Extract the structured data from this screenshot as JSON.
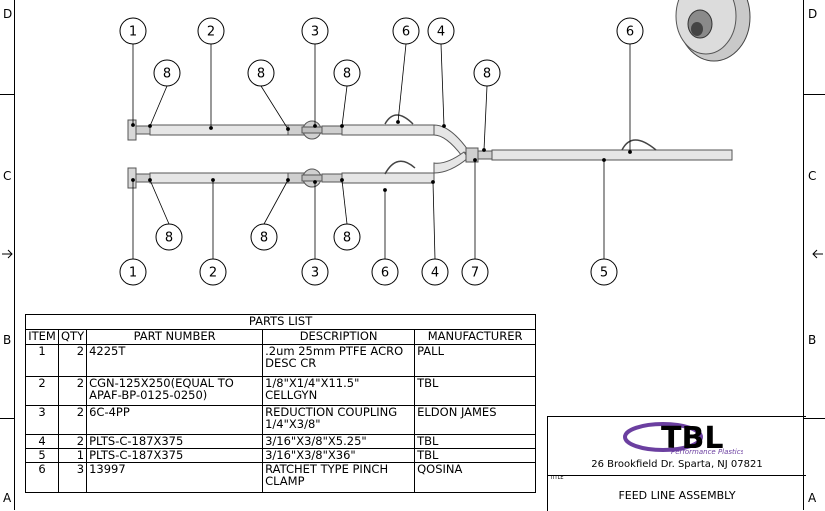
{
  "zones": {
    "D": "D",
    "C": "C",
    "B": "B",
    "A": "A"
  },
  "balloons_top": [
    "1",
    "8",
    "2",
    "8",
    "3",
    "8",
    "6",
    "4",
    "8",
    "6"
  ],
  "balloons_bottom": [
    "1",
    "8",
    "2",
    "8",
    "3",
    "8",
    "6",
    "4",
    "7",
    "5"
  ],
  "parts_list": {
    "title": "PARTS LIST",
    "headers": [
      "ITEM",
      "QTY",
      "PART NUMBER",
      "DESCRIPTION",
      "MANUFACTURER"
    ],
    "rows": [
      {
        "item": "1",
        "qty": "2",
        "part": "4225T",
        "desc": ".2um 25mm PTFE ACRO DESC CR",
        "mfr": "PALL"
      },
      {
        "item": "2",
        "qty": "2",
        "part": "CGN-125X250(EQUAL TO APAF-BP-0125-0250)",
        "desc": "1/8\"X1/4\"X11.5\" CELLGYN",
        "mfr": "TBL"
      },
      {
        "item": "3",
        "qty": "2",
        "part": "6C-4PP",
        "desc": "REDUCTION COUPLING 1/4\"X3/8\"",
        "mfr": "ELDON JAMES"
      },
      {
        "item": "4",
        "qty": "2",
        "part": "PLTS-C-187X375",
        "desc": "3/16\"X3/8\"X5.25\"",
        "mfr": "TBL"
      },
      {
        "item": "5",
        "qty": "1",
        "part": "PLTS-C-187X375",
        "desc": "3/16\"X3/8\"X36\"",
        "mfr": "TBL"
      },
      {
        "item": "6",
        "qty": "3",
        "part": "13997",
        "desc": "RATCHET TYPE PINCH CLAMP",
        "mfr": "QOSINA"
      }
    ]
  },
  "title_block": {
    "logo_text": "TBL",
    "logo_subtext": "Performance Plastics",
    "address": "26 Brookfield Dr. Sparta, NJ 07821",
    "title_label": "TITLE",
    "drawing_title": "FEED LINE ASSEMBLY"
  },
  "colors": {
    "line": "#000000",
    "part_fill": "#e6e6e6",
    "part_edge": "#555555",
    "logo_purple": "#6b3fa0"
  }
}
